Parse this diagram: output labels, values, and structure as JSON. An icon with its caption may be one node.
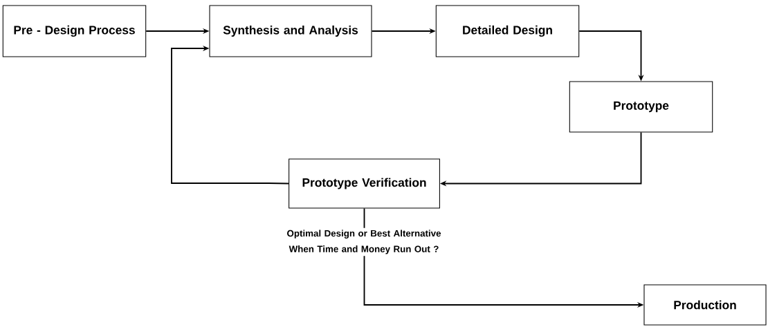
{
  "diagram": {
    "nodes": [
      {
        "text": [
          "Pre - Design Process"
        ]
      },
      {
        "text": [
          "Synthesis and Analysis"
        ]
      },
      {
        "text": [
          "Detailed Design"
        ]
      },
      {
        "text": [
          "Prototype"
        ]
      },
      {
        "text": [
          "Prototype Verification"
        ]
      },
      {
        "text": [
          "Production"
        ]
      }
    ],
    "edges": [
      {
        "from": 0,
        "to": 1,
        "arrow": "to"
      },
      {
        "from": 1,
        "to": 2,
        "arrow": "to"
      },
      {
        "from": 2,
        "to": 3,
        "arrow": "to"
      },
      {
        "from": 3,
        "to": 4,
        "arrow": "to"
      },
      {
        "from": 4,
        "to": 1,
        "arrow": "to"
      },
      {
        "from": 4,
        "to": 5,
        "arrow": "to",
        "label": "Optimal Design or Best Alternative When Time and Money Run Out ?"
      }
    ]
  }
}
